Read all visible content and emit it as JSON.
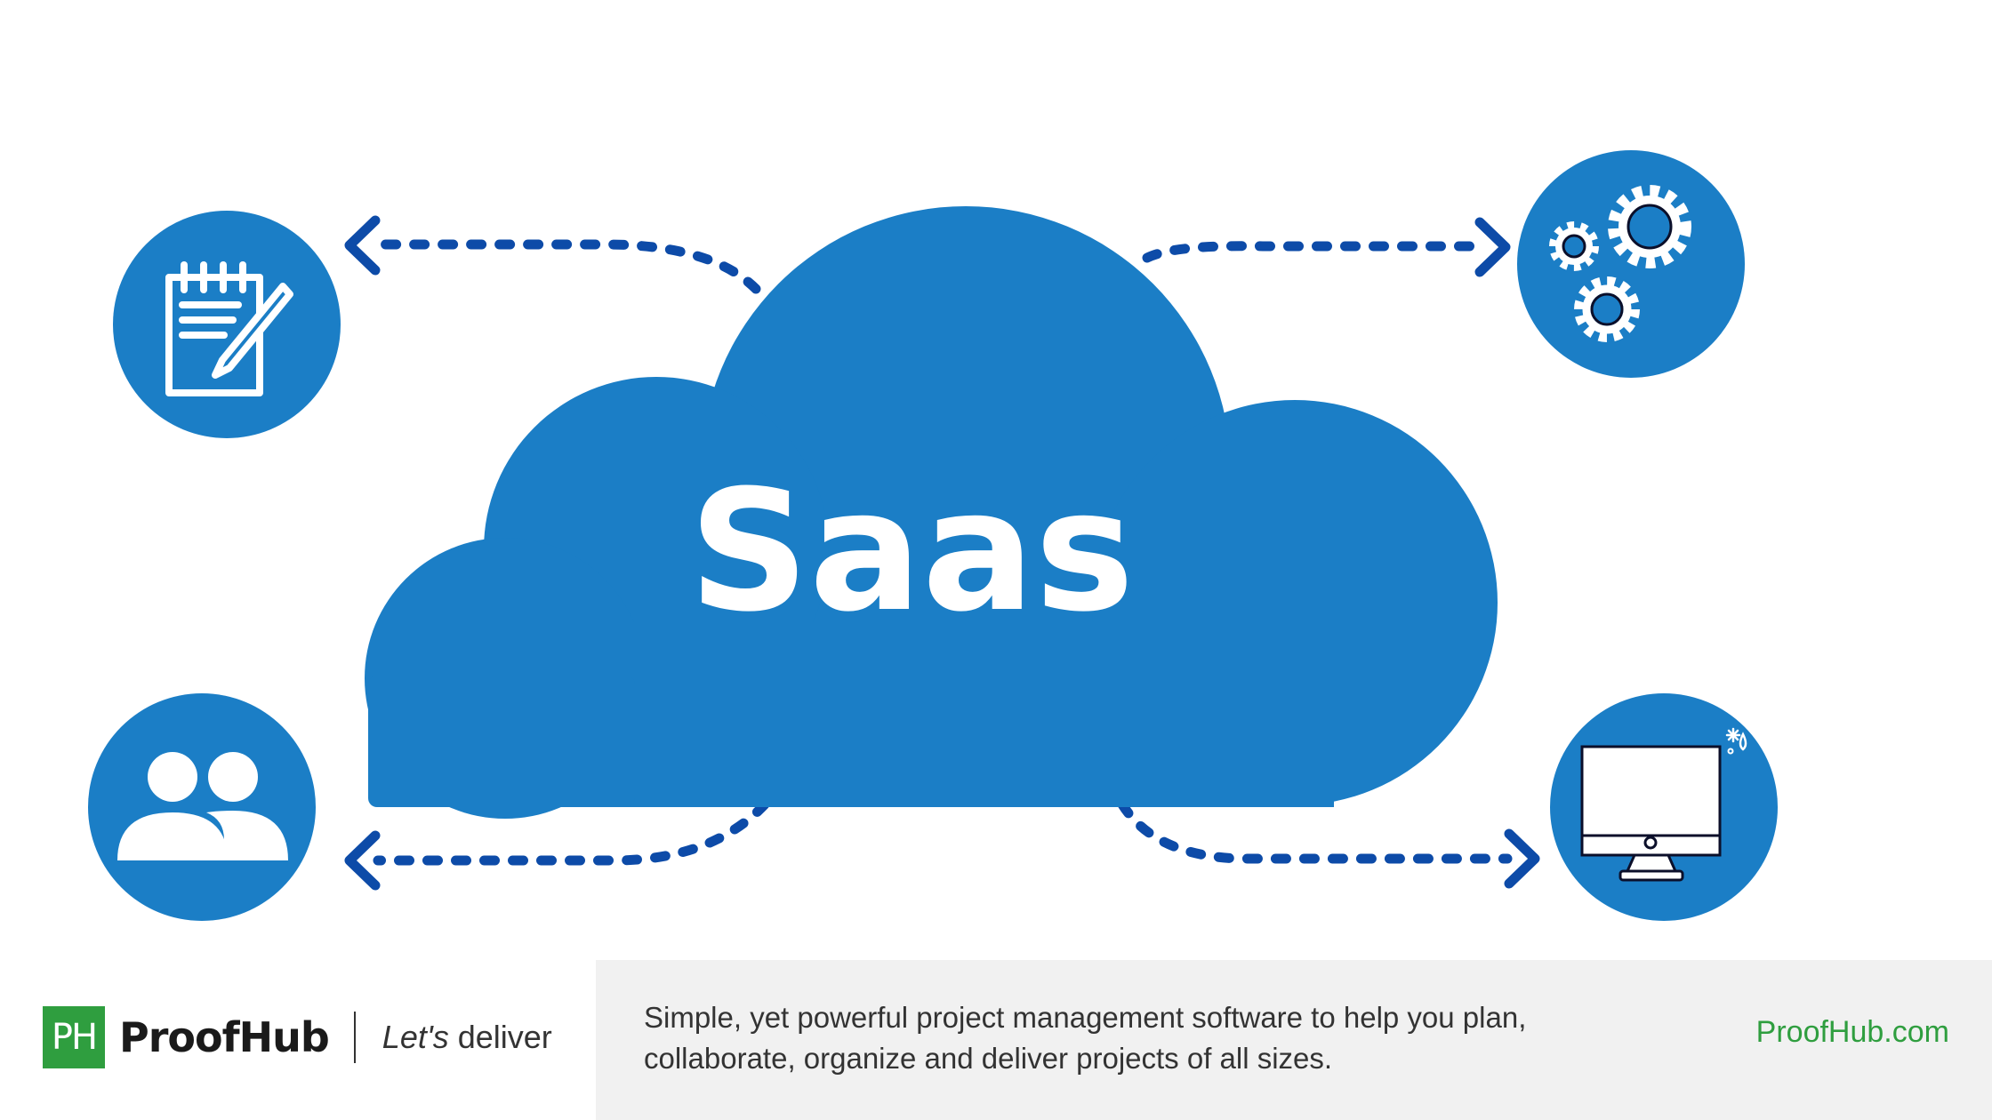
{
  "diagram": {
    "center_label": "Saas",
    "colors": {
      "cloud": "#1b7ec6",
      "circle": "#1b7ec6",
      "connector": "#0d4ba8",
      "icon_fg": "#ffffff"
    },
    "nodes": [
      {
        "position": "top-left",
        "icon": "notepad-pencil-icon"
      },
      {
        "position": "top-right",
        "icon": "gears-icon"
      },
      {
        "position": "bottom-left",
        "icon": "users-icon"
      },
      {
        "position": "bottom-right",
        "icon": "desktop-monitor-icon"
      }
    ]
  },
  "footer": {
    "logo_text": "PH",
    "brand_name": "ProofHub",
    "tagline_italic": "Let's",
    "tagline_rest": " deliver",
    "description_line1": "Simple, yet powerful project management software to help you plan,",
    "description_line2": "collaborate, organize and deliver projects of all sizes.",
    "link": "ProofHub.com",
    "colors": {
      "brand": "#2f9e3f",
      "panel_bg": "#f1f1f1"
    }
  }
}
